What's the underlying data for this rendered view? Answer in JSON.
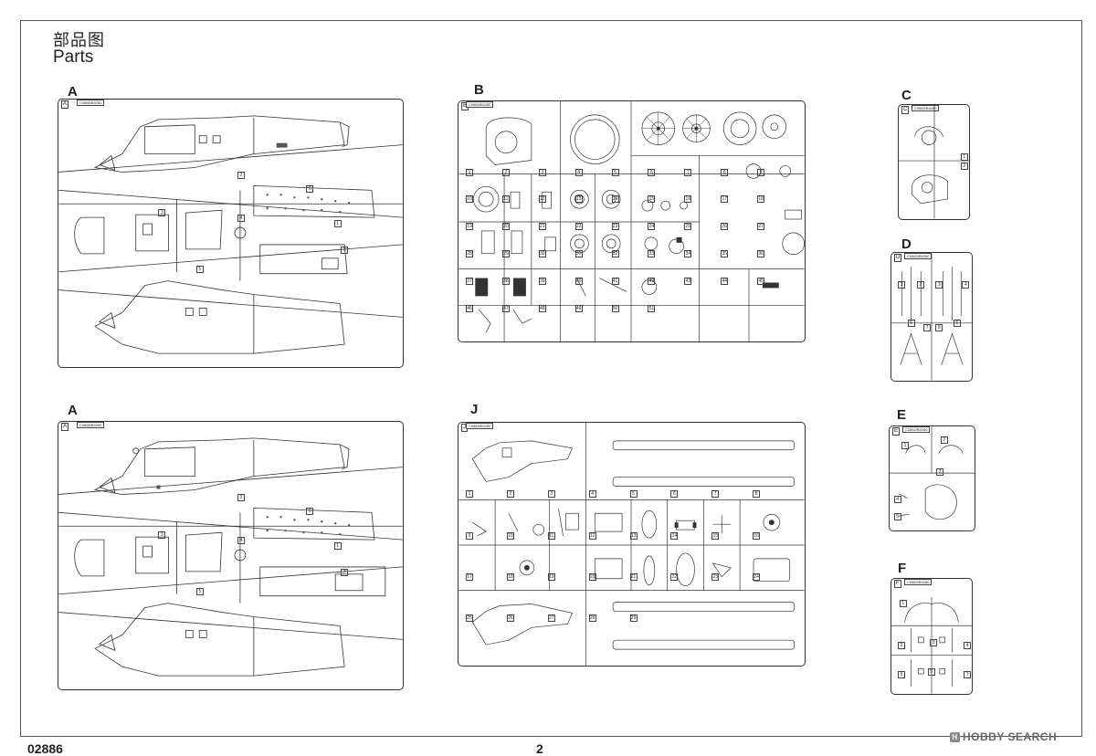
{
  "page": {
    "title_cn": "部品图",
    "title_en": "Parts",
    "code": "02886",
    "page_number": "2",
    "watermark_mark": "H",
    "watermark_text": "HOBBY SEARCH"
  },
  "sprues": [
    {
      "id": "A1",
      "letter": "A",
      "tag": "C0885/B0280",
      "corner": "A"
    },
    {
      "id": "B",
      "letter": "B",
      "tag": "C0885/B0280",
      "corner": "B"
    },
    {
      "id": "C",
      "letter": "C",
      "tag": "C0882/B0280",
      "corner": "C"
    },
    {
      "id": "D",
      "letter": "D",
      "tag": "C0882/B0280",
      "corner": "D"
    },
    {
      "id": "A2",
      "letter": "A",
      "tag": "C0885/B0280",
      "corner": "A"
    },
    {
      "id": "J",
      "letter": "J",
      "tag": "C0885/B0280",
      "corner": "J"
    },
    {
      "id": "E",
      "letter": "E",
      "tag": "C0882/B0280",
      "corner": "E"
    },
    {
      "id": "F",
      "letter": "F",
      "tag": "C0882/B0280",
      "corner": "F"
    }
  ],
  "part_numbers": {
    "A": [
      "1",
      "2",
      "3",
      "4",
      "5",
      "6",
      "7"
    ],
    "B": [
      "1",
      "2",
      "3",
      "4",
      "5",
      "6",
      "7",
      "8",
      "9",
      "10",
      "11",
      "12",
      "13",
      "14",
      "15",
      "16",
      "17",
      "18",
      "19",
      "20",
      "21",
      "22",
      "23",
      "24",
      "25",
      "26",
      "27",
      "28",
      "29",
      "30",
      "31",
      "32",
      "33",
      "34",
      "35",
      "36",
      "37",
      "38",
      "39",
      "40",
      "41",
      "42",
      "43",
      "44",
      "45",
      "46",
      "47",
      "48",
      "49",
      "50",
      "51"
    ],
    "C": [
      "1",
      "2"
    ],
    "D": [
      "1",
      "2",
      "3",
      "4",
      "5",
      "6",
      "7",
      "8"
    ],
    "J": [
      "1",
      "2",
      "3",
      "4",
      "5",
      "6",
      "7",
      "8",
      "9",
      "10",
      "11",
      "12",
      "13",
      "14",
      "15",
      "16",
      "17",
      "18",
      "19",
      "20",
      "21",
      "22",
      "23",
      "24",
      "25",
      "26",
      "27",
      "28",
      "29"
    ],
    "E": [
      "1",
      "2",
      "3",
      "4",
      "5"
    ],
    "F": [
      "1",
      "2",
      "3",
      "4",
      "5",
      "6",
      "7"
    ]
  }
}
